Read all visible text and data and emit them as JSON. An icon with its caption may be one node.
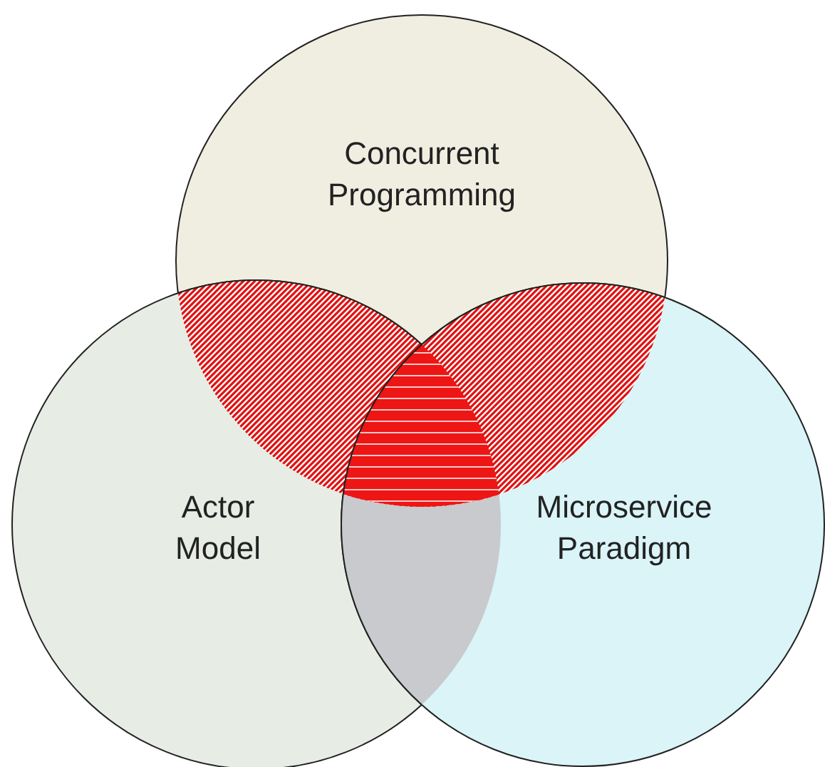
{
  "diagram": {
    "nodes": [
      {
        "text": [
          "Concurrent Programming"
        ]
      },
      {
        "text": [
          "Actor Model"
        ]
      },
      {
        "text": [
          "Microservice Paradigm"
        ]
      }
    ]
  }
}
